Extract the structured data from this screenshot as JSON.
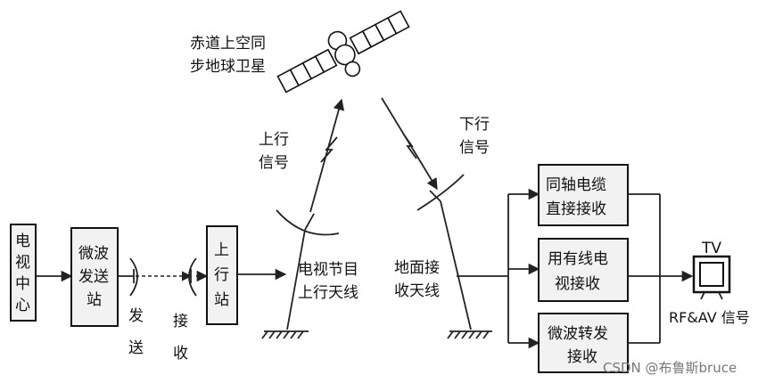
{
  "satellite_label": [
    "赤道上空同",
    "步地球卫星"
  ],
  "uplink_label": [
    "上行",
    "信号"
  ],
  "downlink_label": [
    "下行",
    "信号"
  ],
  "tv_center": [
    "电",
    "视",
    "中",
    "心"
  ],
  "microwave_tx_station": [
    "微波",
    "发送",
    "站"
  ],
  "send_label": [
    "发",
    "送"
  ],
  "receive_label": [
    "接",
    "收"
  ],
  "uplink_station": [
    "上",
    "行",
    "站"
  ],
  "program_antenna": [
    "电视节目",
    "上行天线"
  ],
  "ground_antenna": [
    "地面接",
    "收天线"
  ],
  "coax_receive": [
    "同轴电缆",
    "直接接收"
  ],
  "cable_receive": [
    "用有线电",
    "视接收"
  ],
  "microwave_relay": [
    "微波转发",
    "接收"
  ],
  "tv_label": "TV",
  "rf_av_label": "RF&AV 信号",
  "watermark": "CSDN @布鲁斯bruce"
}
